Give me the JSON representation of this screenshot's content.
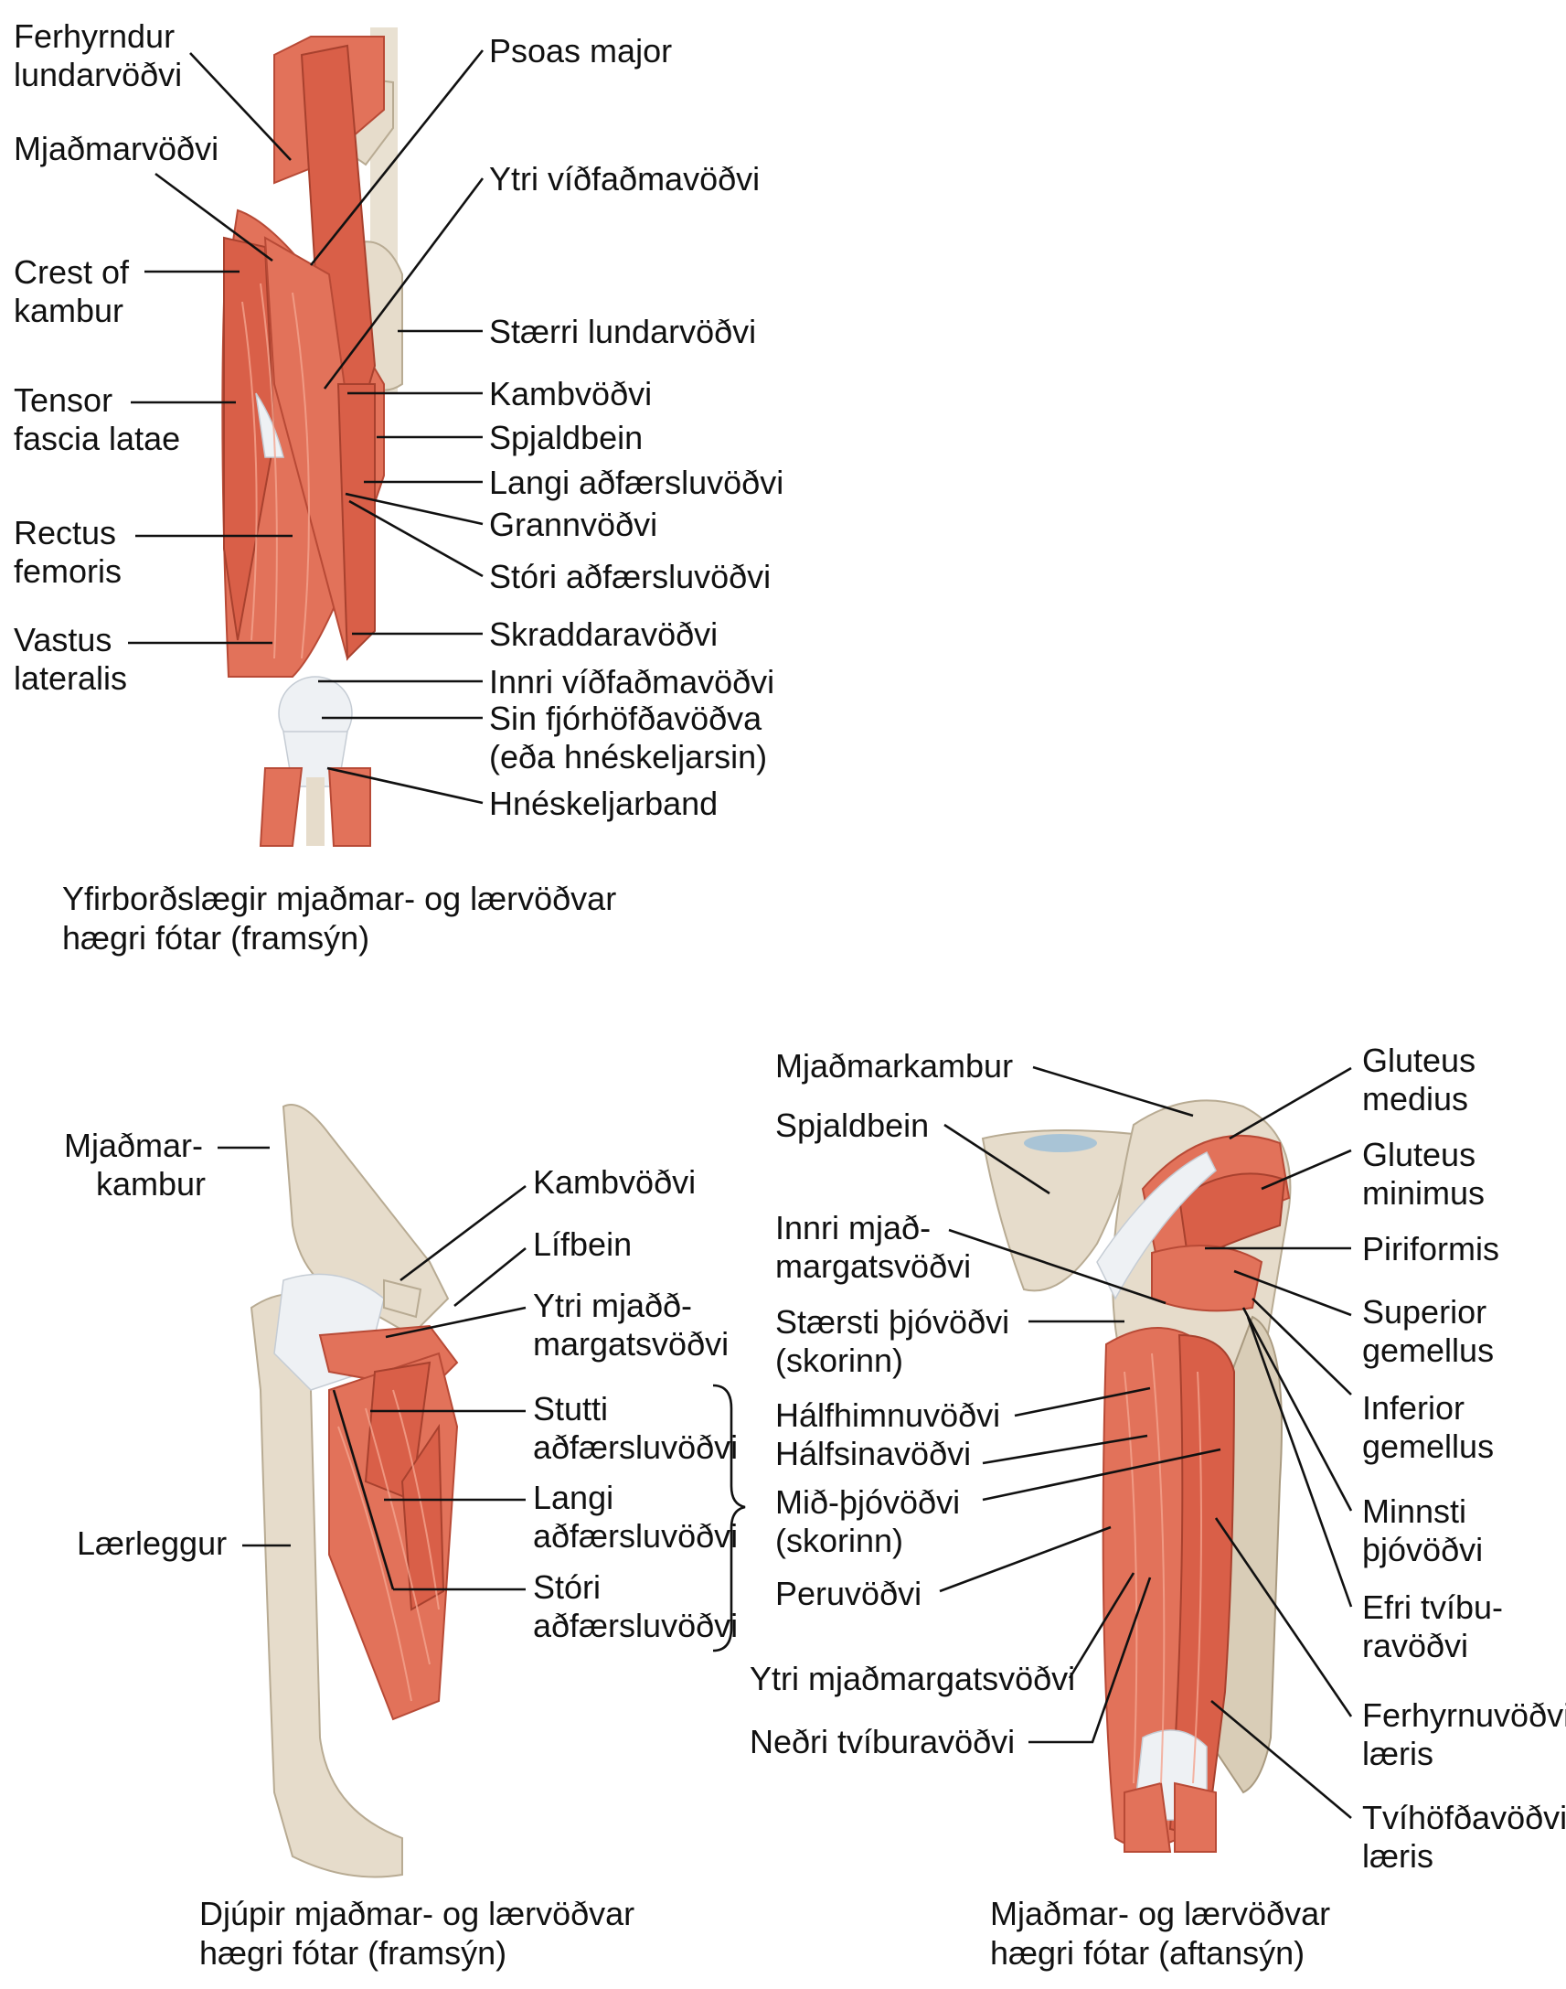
{
  "panels": {
    "front_superficial": {
      "caption": [
        "Yfirborðslægir mjaðmar- og lærvöðvar",
        "hægri fótar (framsýn)"
      ],
      "labels_left": {
        "l1": [
          "Ferhyrndur",
          "lundarvöðvi"
        ],
        "l2": [
          "Mjaðmarvöðvi"
        ],
        "l3": [
          "Crest of",
          "kambur"
        ],
        "l4": [
          "Tensor",
          "fascia latae"
        ],
        "l5": [
          "Rectus",
          "femoris"
        ],
        "l6": [
          "Vastus",
          "lateralis"
        ]
      },
      "labels_right": {
        "r1": [
          "Psoas major"
        ],
        "r2": [
          "Ytri víðfaðmavöðvi"
        ],
        "r3": [
          "Stærri lundarvöðvi"
        ],
        "r4": [
          "Kambvöðvi"
        ],
        "r5": [
          "Spjaldbein"
        ],
        "r6": [
          "Langi aðfærsluvöðvi"
        ],
        "r7": [
          "Grannvöðvi"
        ],
        "r8": [
          "Stóri aðfærsluvöðvi"
        ],
        "r9": [
          "Skraddaravöðvi"
        ],
        "r10": [
          "Innri víðfaðmavöðvi"
        ],
        "r11": [
          "Sin fjórhöfðavöðva",
          "(eða hnéskeljarsin)"
        ],
        "r12": [
          "Hnéskeljarband"
        ]
      }
    },
    "front_deep": {
      "caption": [
        "Djúpir mjaðmar- og lærvöðvar",
        "hægri fótar (framsýn)"
      ],
      "labels_left": {
        "l1": [
          "Mjaðmar-",
          "kambur"
        ],
        "l2": [
          "Lærleggur"
        ]
      },
      "labels_right": {
        "r1": [
          "Kambvöðvi"
        ],
        "r2": [
          "Lífbein"
        ],
        "r3": [
          "Ytri mjaðð-",
          "margatsvöðvi"
        ],
        "r4": [
          "Stutti",
          "aðfærsluvöðvi"
        ],
        "r5": [
          "Langi",
          "aðfærsluvöðvi"
        ],
        "r6": [
          "Stóri",
          "aðfærsluvöðvi"
        ]
      }
    },
    "posterior": {
      "caption": [
        "Mjaðmar- og lærvöðvar",
        "hægri fótar (aftansýn)"
      ],
      "labels_left": {
        "l1": [
          "Mjaðmarkambur"
        ],
        "l2": [
          "Spjaldbein"
        ],
        "l3": [
          "Innri mjað-",
          "margatsvöðvi"
        ],
        "l4": [
          "Stærsti þjóvöðvi",
          "(skorinn)"
        ],
        "l5": [
          "Hálfhimnuvöðvi"
        ],
        "l6": [
          "Hálfsinavöðvi"
        ],
        "l7": [
          "Mið-þjóvöðvi",
          "(skorinn)"
        ],
        "l8": [
          "Peruvöðvi"
        ],
        "l9": [
          "Ytri mjaðmargatsvöðvi"
        ],
        "l10": [
          "Neðri tvíburavöðvi"
        ]
      },
      "labels_right": {
        "r1": [
          "Gluteus",
          "medius"
        ],
        "r2": [
          "Gluteus",
          "minimus"
        ],
        "r3": [
          "Piriformis"
        ],
        "r4": [
          "Superior",
          "gemellus"
        ],
        "r5": [
          "Inferior",
          "gemellus"
        ],
        "r6": [
          "Minnsti",
          "þjóvöðvi"
        ],
        "r7": [
          "Efri tvíbu-",
          "ravöðvi"
        ],
        "r8": [
          "Ferhyrnuvöðvi",
          "læris"
        ],
        "r9": [
          "Tvíhöfðavöðvi",
          "læris"
        ]
      }
    }
  }
}
